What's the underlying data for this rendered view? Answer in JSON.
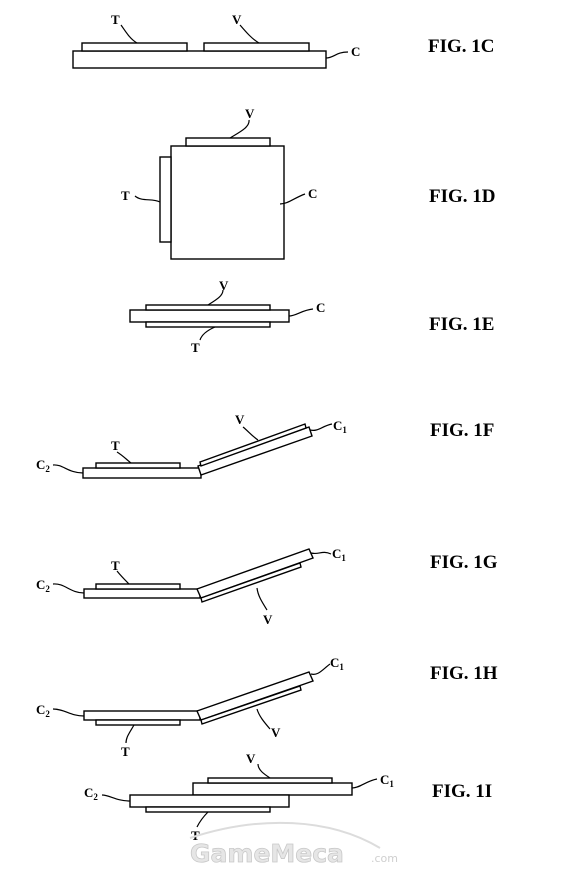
{
  "figures": [
    {
      "caption": "FIG. 1C",
      "labels": {
        "t": "T",
        "v": "V",
        "c": "C"
      }
    },
    {
      "caption": "FIG. 1D",
      "labels": {
        "t": "T",
        "v": "V",
        "c": "C"
      }
    },
    {
      "caption": "FIG. 1E",
      "labels": {
        "t": "T",
        "v": "V",
        "c": "C"
      }
    },
    {
      "caption": "FIG. 1F",
      "labels": {
        "t": "T",
        "v": "V",
        "c1": "C",
        "c1_sub": "1",
        "c2": "C",
        "c2_sub": "2"
      }
    },
    {
      "caption": "FIG. 1G",
      "labels": {
        "t": "T",
        "v": "V",
        "c1": "C",
        "c1_sub": "1",
        "c2": "C",
        "c2_sub": "2"
      }
    },
    {
      "caption": "FIG. 1H",
      "labels": {
        "t": "T",
        "v": "V",
        "c1": "C",
        "c1_sub": "1",
        "c2": "C",
        "c2_sub": "2"
      }
    },
    {
      "caption": "FIG. 1I",
      "labels": {
        "t": "T",
        "v": "V",
        "c1": "C",
        "c1_sub": "1",
        "c2": "C",
        "c2_sub": "2"
      }
    }
  ],
  "watermark": {
    "brand": "GameMeca",
    "suffix": ".com"
  }
}
